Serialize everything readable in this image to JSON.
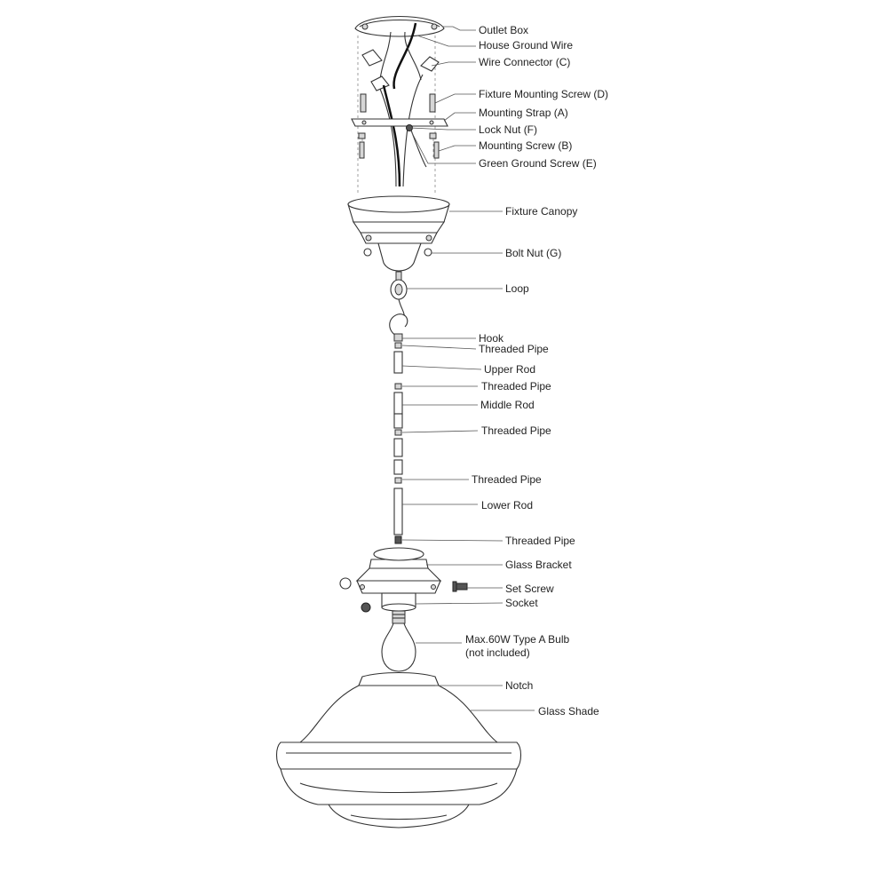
{
  "labels": [
    {
      "key": "outlet_box",
      "text": "Outlet Box"
    },
    {
      "key": "house_ground_wire",
      "text": "House Ground Wire"
    },
    {
      "key": "wire_connector",
      "text": "Wire Connector (C)"
    },
    {
      "key": "fixture_mounting_screw",
      "text": "Fixture Mounting Screw (D)"
    },
    {
      "key": "mounting_strap",
      "text": "Mounting Strap (A)"
    },
    {
      "key": "lock_nut",
      "text": "Lock Nut (F)"
    },
    {
      "key": "mounting_screw",
      "text": "Mounting Screw (B)"
    },
    {
      "key": "green_ground_screw",
      "text": "Green Ground Screw (E)"
    },
    {
      "key": "fixture_canopy",
      "text": "Fixture Canopy"
    },
    {
      "key": "bolt_nut",
      "text": "Bolt Nut (G)"
    },
    {
      "key": "loop",
      "text": "Loop"
    },
    {
      "key": "hook",
      "text": "Hook"
    },
    {
      "key": "threaded_pipe_1",
      "text": "Threaded Pipe"
    },
    {
      "key": "upper_rod",
      "text": "Upper Rod"
    },
    {
      "key": "threaded_pipe_2",
      "text": "Threaded Pipe"
    },
    {
      "key": "middle_rod",
      "text": "Middle Rod"
    },
    {
      "key": "threaded_pipe_3",
      "text": "Threaded Pipe"
    },
    {
      "key": "threaded_pipe_4",
      "text": "Threaded Pipe"
    },
    {
      "key": "lower_rod",
      "text": "Lower Rod"
    },
    {
      "key": "threaded_pipe_5",
      "text": "Threaded Pipe"
    },
    {
      "key": "glass_bracket",
      "text": "Glass Bracket"
    },
    {
      "key": "set_screw",
      "text": "Set Screw"
    },
    {
      "key": "socket",
      "text": "Socket"
    },
    {
      "key": "bulb_line1",
      "text": "Max.60W Type A Bulb"
    },
    {
      "key": "bulb_line2",
      "text": "(not included)"
    },
    {
      "key": "notch",
      "text": "Notch"
    },
    {
      "key": "glass_shade",
      "text": "Glass Shade"
    }
  ]
}
